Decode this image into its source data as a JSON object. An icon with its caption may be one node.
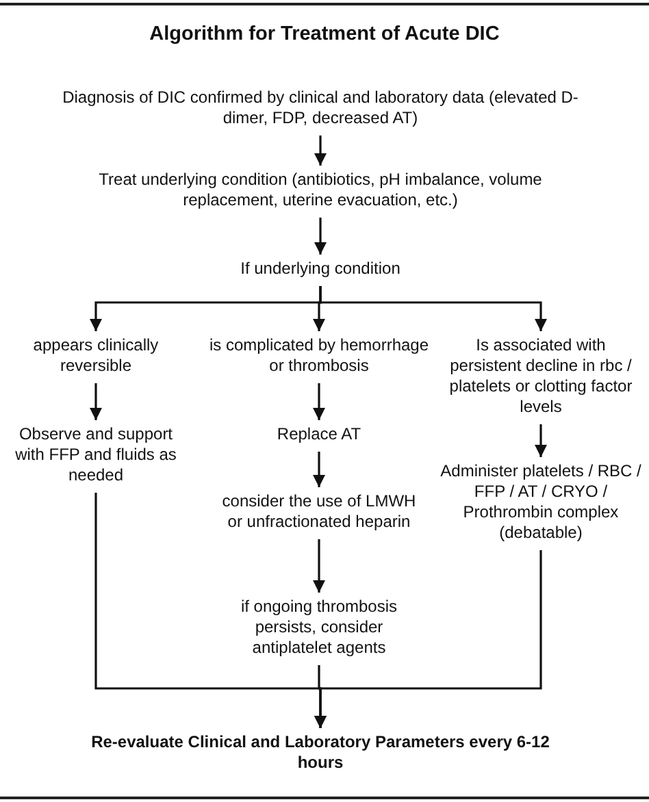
{
  "diagram": {
    "title": "Algorithm for Treatment of Acute DIC",
    "nodes": [
      {
        "text": [
          "Diagnosis of DIC confirmed by clinical and laboratory data (elevated D-dimer, FDP, decreased AT)"
        ]
      },
      {
        "text": [
          "Treat underlying condition (antibiotics, pH imbalance, volume replacement, uterine evacuation, etc.)"
        ]
      },
      {
        "text": [
          "If underlying condition"
        ]
      },
      {
        "text": [
          "appears clinically reversible"
        ]
      },
      {
        "text": [
          "is complicated by hemorrhage or thrombosis"
        ]
      },
      {
        "text": [
          "Is associated with persistent decline in rbc / platelets or clotting factor levels"
        ]
      },
      {
        "text": [
          "Observe and support with FFP and fluids as needed"
        ]
      },
      {
        "text": [
          "Replace AT"
        ]
      },
      {
        "text": [
          "consider the use of LMWH or unfractionated heparin"
        ]
      },
      {
        "text": [
          "Administer platelets / RBC / FFP / AT / CRYO / Prothrombin complex (debatable)"
        ]
      },
      {
        "text": [
          "if ongoing thrombosis persists, consider antiplatelet agents"
        ]
      },
      {
        "text": [
          "Re-evaluate Clinical and Laboratory Parameters every 6-12 hours"
        ]
      }
    ],
    "edges": [
      {
        "from": 0,
        "to": 1,
        "arrow": "to"
      },
      {
        "from": 1,
        "to": 2,
        "arrow": "to"
      },
      {
        "from": 2,
        "to": 3,
        "arrow": "to"
      },
      {
        "from": 2,
        "to": 4,
        "arrow": "to"
      },
      {
        "from": 2,
        "to": 5,
        "arrow": "to"
      },
      {
        "from": 3,
        "to": 6,
        "arrow": "to"
      },
      {
        "from": 4,
        "to": 7,
        "arrow": "to"
      },
      {
        "from": 7,
        "to": 8,
        "arrow": "to"
      },
      {
        "from": 5,
        "to": 9,
        "arrow": "to"
      },
      {
        "from": 8,
        "to": 10,
        "arrow": "to"
      },
      {
        "from": 6,
        "to": 11,
        "arrow": "to"
      },
      {
        "from": 10,
        "to": 11,
        "arrow": "to"
      },
      {
        "from": 9,
        "to": 11,
        "arrow": "to"
      }
    ]
  }
}
